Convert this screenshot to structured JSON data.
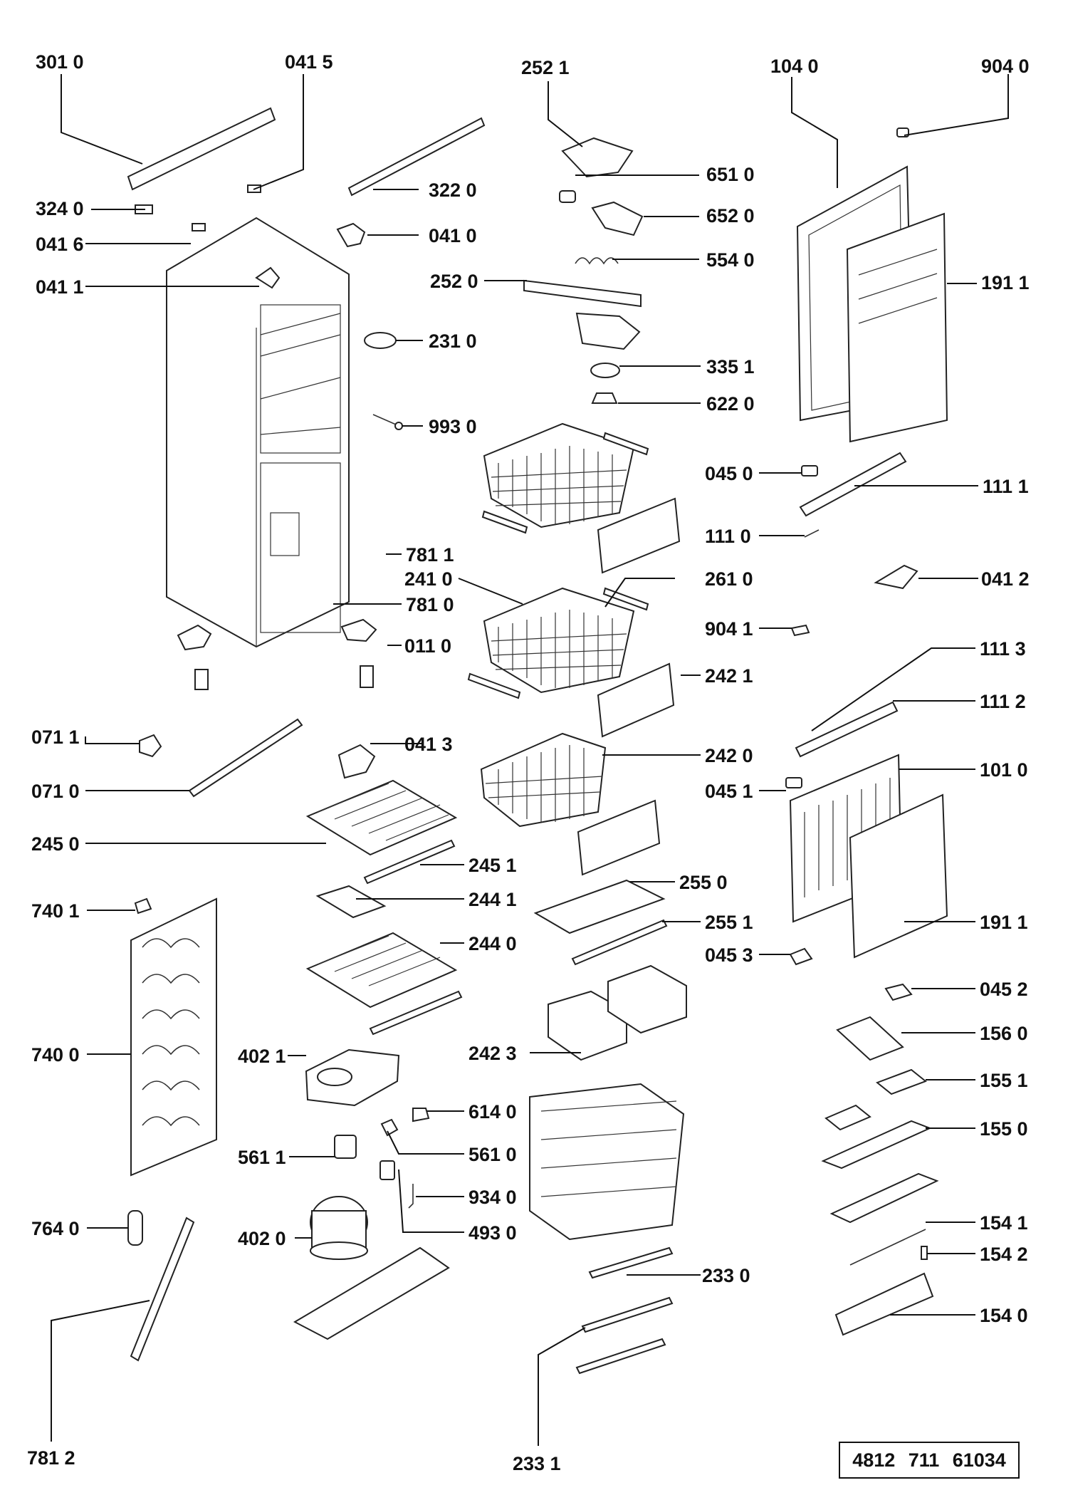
{
  "diagram": {
    "labels": {
      "l3010": "301 0",
      "l0415": "041 5",
      "l2521": "252 1",
      "l1040": "104 0",
      "l9040": "904 0",
      "l3220": "322 0",
      "l6510": "651 0",
      "l3240": "324 0",
      "l6520": "652 0",
      "l0410": "041 0",
      "l0416": "041 6",
      "l5540": "554 0",
      "l2520": "252 0",
      "l1911a": "191 1",
      "l0411": "041 1",
      "l2310": "231 0",
      "l3351": "335 1",
      "l6220": "622 0",
      "l9930": "993 0",
      "l0450": "045 0",
      "l1111": "111 1",
      "l1110": "111 0",
      "l7811": "781 1",
      "l2410": "241 0",
      "l2610": "261 0",
      "l0412": "041 2",
      "l7810": "781 0",
      "l9041": "904 1",
      "l0110": "011 0",
      "l1113": "111 3",
      "l2421": "242 1",
      "l1112": "111 2",
      "l0711": "071 1",
      "l0413": "041 3",
      "l2420": "242 0",
      "l0710": "071 0",
      "l1010": "101 0",
      "l0451": "045 1",
      "l2450": "245 0",
      "l2451": "245 1",
      "l2550": "255 0",
      "l7401": "740 1",
      "l2441": "244 1",
      "l2551": "255 1",
      "l1911b": "191 1",
      "l2440": "244 0",
      "l0453": "045 3",
      "l0452": "045 2",
      "l1560": "156 0",
      "l7400": "740 0",
      "l4021": "402 1",
      "l2423": "242 3",
      "l1551": "155 1",
      "l6140": "614 0",
      "l1550": "155 0",
      "l5611": "561 1",
      "l5610": "561 0",
      "l9340": "934 0",
      "l7640": "764 0",
      "l1541": "154 1",
      "l4020": "402 0",
      "l4930": "493 0",
      "l1542": "154 2",
      "l2330": "233 0",
      "l1540": "154 0",
      "l7812": "781 2",
      "l2331": "233 1"
    },
    "doc_code": {
      "a": "4812",
      "b": "711",
      "c": "61034"
    }
  }
}
